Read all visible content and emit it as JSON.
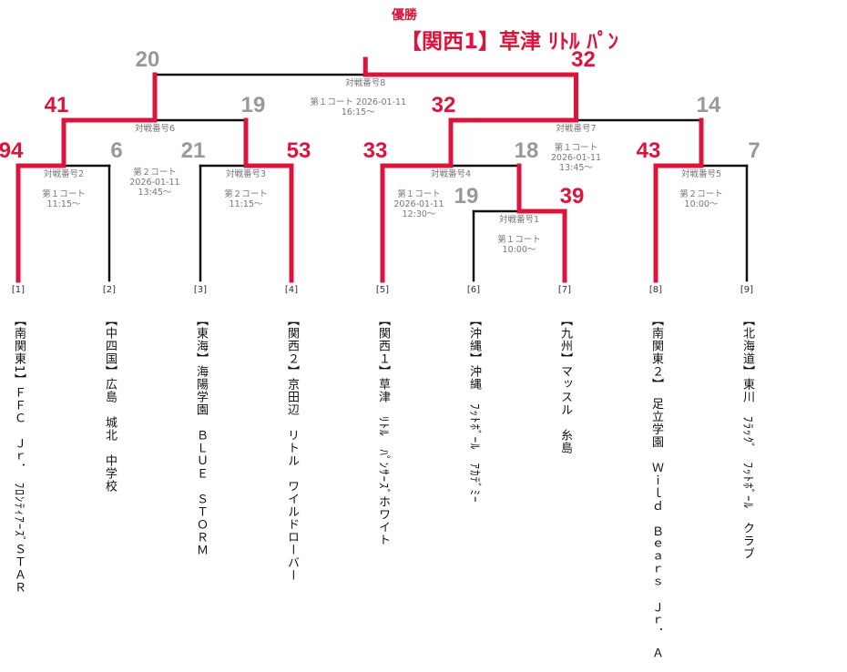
{
  "champion": {
    "label": "優勝",
    "name": "【関西1】草津 ﾘﾄﾙ ﾊﾟﾝ"
  },
  "colors": {
    "win": "#dc143c",
    "lose": "#111111",
    "lose_score": "#999999"
  },
  "teams": [
    {
      "seed": "[1]",
      "name": "【南関東1】ＦＦＣ　Ｊｒ．　ﾌﾛﾝﾃｨｱｰｽﾞＳＴＡＲ"
    },
    {
      "seed": "[2]",
      "name": "【中四国】広島　城北　中学校"
    },
    {
      "seed": "[3]",
      "name": "【東海】海陽学園　ＢＬＵＥ　ＳＴＯＲＭ"
    },
    {
      "seed": "[4]",
      "name": "【関西２】京田辺　リトル　ワイルドローバー"
    },
    {
      "seed": "[5]",
      "name": "【関西１】草津　ﾘﾄﾙ　ﾊﾟﾝｻｰｽﾞホワイト"
    },
    {
      "seed": "[6]",
      "name": "【沖縄】沖縄　ﾌｯﾄﾎﾞｰﾙ　ｱｶﾃﾞﾐｰ"
    },
    {
      "seed": "[7]",
      "name": "【九州】マッスル　糸島"
    },
    {
      "seed": "[8]",
      "name": "【南関東２】　足立学園　Ｗｉｌｄ　Ｂｅａｒｓ　Ｊｒ．　Ａ"
    },
    {
      "seed": "[9]",
      "name": "【北海道】東川　ﾌﾗｯｸﾞ　ﾌｯﾄﾎﾞｰﾙ　クラブ"
    }
  ],
  "matches": [
    {
      "id": "m1",
      "label": "対戦番号1",
      "info": [
        "第１コート",
        "10:00〜"
      ],
      "left_score": "19",
      "right_score": "39",
      "winner": "right"
    },
    {
      "id": "m2",
      "label": "対戦番号2",
      "info": [
        "第１コート",
        "11:15〜"
      ],
      "left_score": "94",
      "right_score": "6",
      "winner": "left"
    },
    {
      "id": "m3",
      "label": "対戦番号3",
      "info": [
        "第２コート",
        "11:15〜"
      ],
      "left_score": "21",
      "right_score": "53",
      "winner": "right"
    },
    {
      "id": "m4",
      "label": "対戦番号4",
      "info": [
        "第１コート",
        "2026-01-11",
        "12:30〜"
      ],
      "left_score": "33",
      "right_score": "18",
      "winner": "left"
    },
    {
      "id": "m5",
      "label": "対戦番号5",
      "info": [
        "第２コート",
        "10:00〜"
      ],
      "left_score": "43",
      "right_score": "7",
      "winner": "left"
    },
    {
      "id": "m6",
      "label": "対戦番号6",
      "info": [
        "第２コート",
        "2026-01-11",
        "13:45〜"
      ],
      "left_score": "41",
      "right_score": "19",
      "winner": "left"
    },
    {
      "id": "m7",
      "label": "対戦番号7",
      "info": [
        "第１コート 2026-01-11 13:45〜"
      ],
      "left_score": "32",
      "right_score": "14",
      "winner": "left"
    },
    {
      "id": "m8",
      "label": "対戦番号8",
      "info": [
        "第１コート 2026-01-11 16:15〜"
      ],
      "left_score": "20",
      "right_score": "32",
      "winner": "right"
    }
  ]
}
